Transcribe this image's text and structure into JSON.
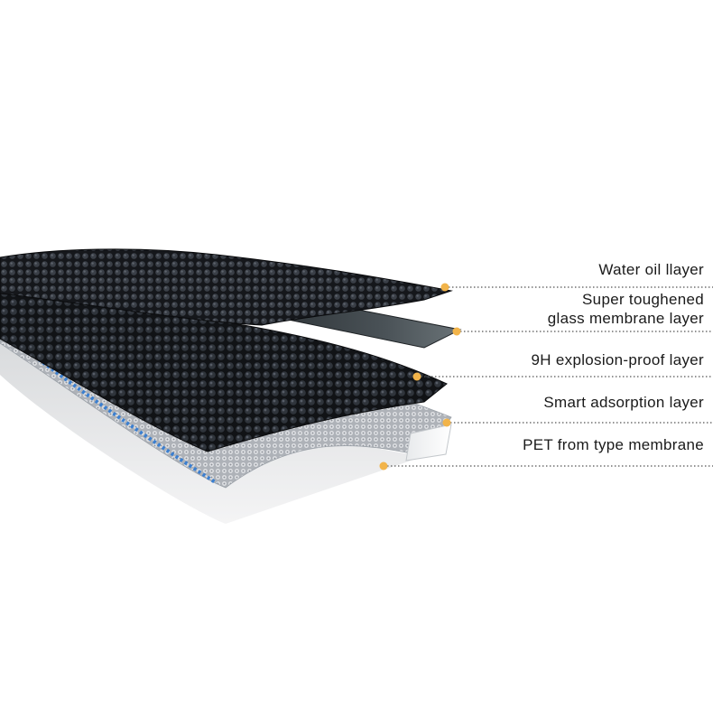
{
  "colors": {
    "marker_dot": "#f2b44a",
    "leader_line": "#555555",
    "mesh_dark": "#1c1f24",
    "glass": "#3d4448",
    "adsorption_mesh": "#c9ccd1",
    "edge_accent": "#3b7fd0"
  },
  "layers": [
    {
      "id": "water-oil",
      "lines": [
        "Water oil llayer"
      ]
    },
    {
      "id": "super-toughened-glass",
      "lines": [
        "Super toughened",
        "glass membrane layer"
      ]
    },
    {
      "id": "9h-explosion-proof",
      "lines": [
        "9H explosion-proof layer"
      ]
    },
    {
      "id": "smart-adsorption",
      "lines": [
        "Smart adsorption layer"
      ]
    },
    {
      "id": "pet-film",
      "lines": [
        "PET from type membrane"
      ]
    }
  ]
}
